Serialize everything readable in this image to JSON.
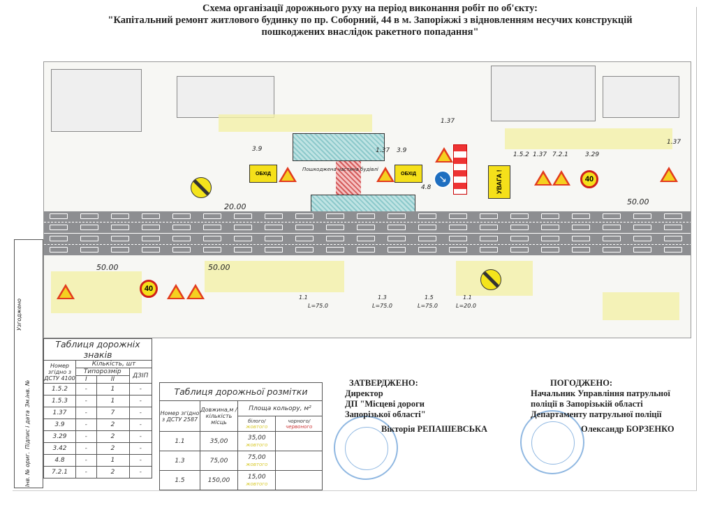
{
  "title": {
    "line1": "Схема організації дорожнього руху на період виконання робіт по об'єкту:",
    "line2": "\"Капітальний ремонт житлового будинку по пр. Соборний, 44 в м. Запоріжжі з відновленням несучих конструкцій",
    "line3": "пошкоджених внаслідок ракетного попадання\""
  },
  "map": {
    "dims": [
      "20.00",
      "50.00",
      "50.00",
      "50.00"
    ],
    "markings": [
      "1.1",
      "1.3",
      "1.5",
      "1.1"
    ],
    "lengths": [
      "L=75.0",
      "L=75.0",
      "L=75.0",
      "L=20.0"
    ],
    "sign_codes": [
      "3.9",
      "1.37",
      "3.9",
      "4.8",
      "1.37",
      "1.5.2",
      "1.37",
      "7.2.1",
      "3.29",
      "1.37"
    ],
    "speed_limit": "40",
    "detour_text": "ОБХІД",
    "warning_board": "УВАГА !",
    "damaged_part_label": "Пошкоджена частина будівлі"
  },
  "signs_table": {
    "title": "Таблиця дорожніх знаків",
    "col_number": "Номер згідно з ДСТУ 4100",
    "col_quantity": "Кількість, шт",
    "col_size": "Типорозмір",
    "col_size_1": "I",
    "col_size_2": "II",
    "col_dzip": "ДЗІП",
    "rows": [
      {
        "num": "1.5.2",
        "s1": "-",
        "s2": "1",
        "dzip": "-"
      },
      {
        "num": "1.5.3",
        "s1": "-",
        "s2": "1",
        "dzip": "-"
      },
      {
        "num": "1.37",
        "s1": "-",
        "s2": "7",
        "dzip": "-"
      },
      {
        "num": "3.9",
        "s1": "-",
        "s2": "2",
        "dzip": "-"
      },
      {
        "num": "3.29",
        "s1": "-",
        "s2": "2",
        "dzip": "-"
      },
      {
        "num": "3.42",
        "s1": "-",
        "s2": "2",
        "dzip": "-"
      },
      {
        "num": "4.8",
        "s1": "-",
        "s2": "1",
        "dzip": "-"
      },
      {
        "num": "7.2.1",
        "s1": "-",
        "s2": "2",
        "dzip": "-"
      }
    ]
  },
  "marking_table": {
    "title": "Таблиця дорожньої розмітки",
    "col_number": "Номер згідно з ДСТУ 2587",
    "col_length": "Довжина,м /кількість місць",
    "col_area": "Площа кольору, м²",
    "col_white": "білого/",
    "col_yellow": "жовтого",
    "col_black": "чорного/",
    "col_red": "червоного",
    "rows": [
      {
        "num": "1.1",
        "length": "35,00",
        "white": "35,00",
        "yellow": "жовтого"
      },
      {
        "num": "1.3",
        "length": "75,00",
        "white": "75,00",
        "yellow": "жовтого"
      },
      {
        "num": "1.5",
        "length": "150,00",
        "white": "15,00",
        "yellow": "жовтого"
      }
    ]
  },
  "approved": {
    "heading": "ЗАТВЕРДЖЕНО:",
    "line1": "Директор",
    "line2": "ДП \"Місцеві дороги",
    "line3": "Запорізької області\"",
    "name": "Вікторія РЕПАШЕВСЬКА"
  },
  "agreed": {
    "heading": "ПОГОДЖЕНО:",
    "line1": "Начальник Управління патрульної",
    "line2": "поліції в Запорізькій області",
    "line3": "Департаменту патрульної поліції",
    "name": "Олександр БОРЗЕНКО"
  },
  "side_strip": {
    "agreed": "Узгоджено",
    "inv_replace": "Зм.інв. №",
    "sign_date": "Підпис і дата",
    "inv_orig": "Інв. № ориг."
  }
}
